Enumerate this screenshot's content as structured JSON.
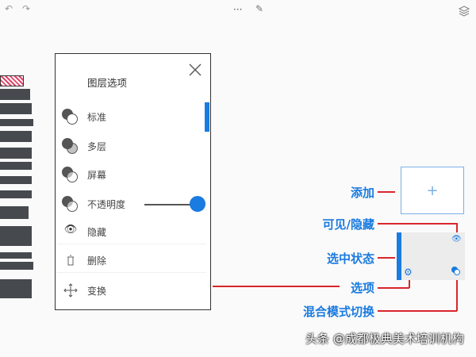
{
  "toolbar": {
    "undo_icon": "undo-arrow",
    "redo_icon": "redo-arrow",
    "more_label": "···",
    "pencil_icon": "pencil",
    "layers_icon": "layers-stack"
  },
  "panel": {
    "title": "图层选项",
    "close_icon": "close-x",
    "items": [
      {
        "label": "标准",
        "icon": "blend-normal"
      },
      {
        "label": "多层",
        "icon": "blend-multiply"
      },
      {
        "label": "屏幕",
        "icon": "blend-screen"
      },
      {
        "label": "不透明度",
        "icon": "opacity"
      },
      {
        "label": "隐藏",
        "icon": "eye"
      },
      {
        "label": "删除",
        "icon": "trash"
      },
      {
        "label": "变换",
        "icon": "move-arrows"
      }
    ],
    "opacity_value": 1.0
  },
  "annotations": {
    "add": "添加",
    "visible": "可见/隐藏",
    "selected": "选中状态",
    "options": "选项",
    "blend_toggle": "混合模式切换"
  },
  "add_tile_label": "+",
  "watermark": "头条 @成都极典美术培训机构",
  "colors": {
    "accent": "#1a7be0",
    "callout_line": "#d9262c",
    "tool": "#464a4e"
  }
}
